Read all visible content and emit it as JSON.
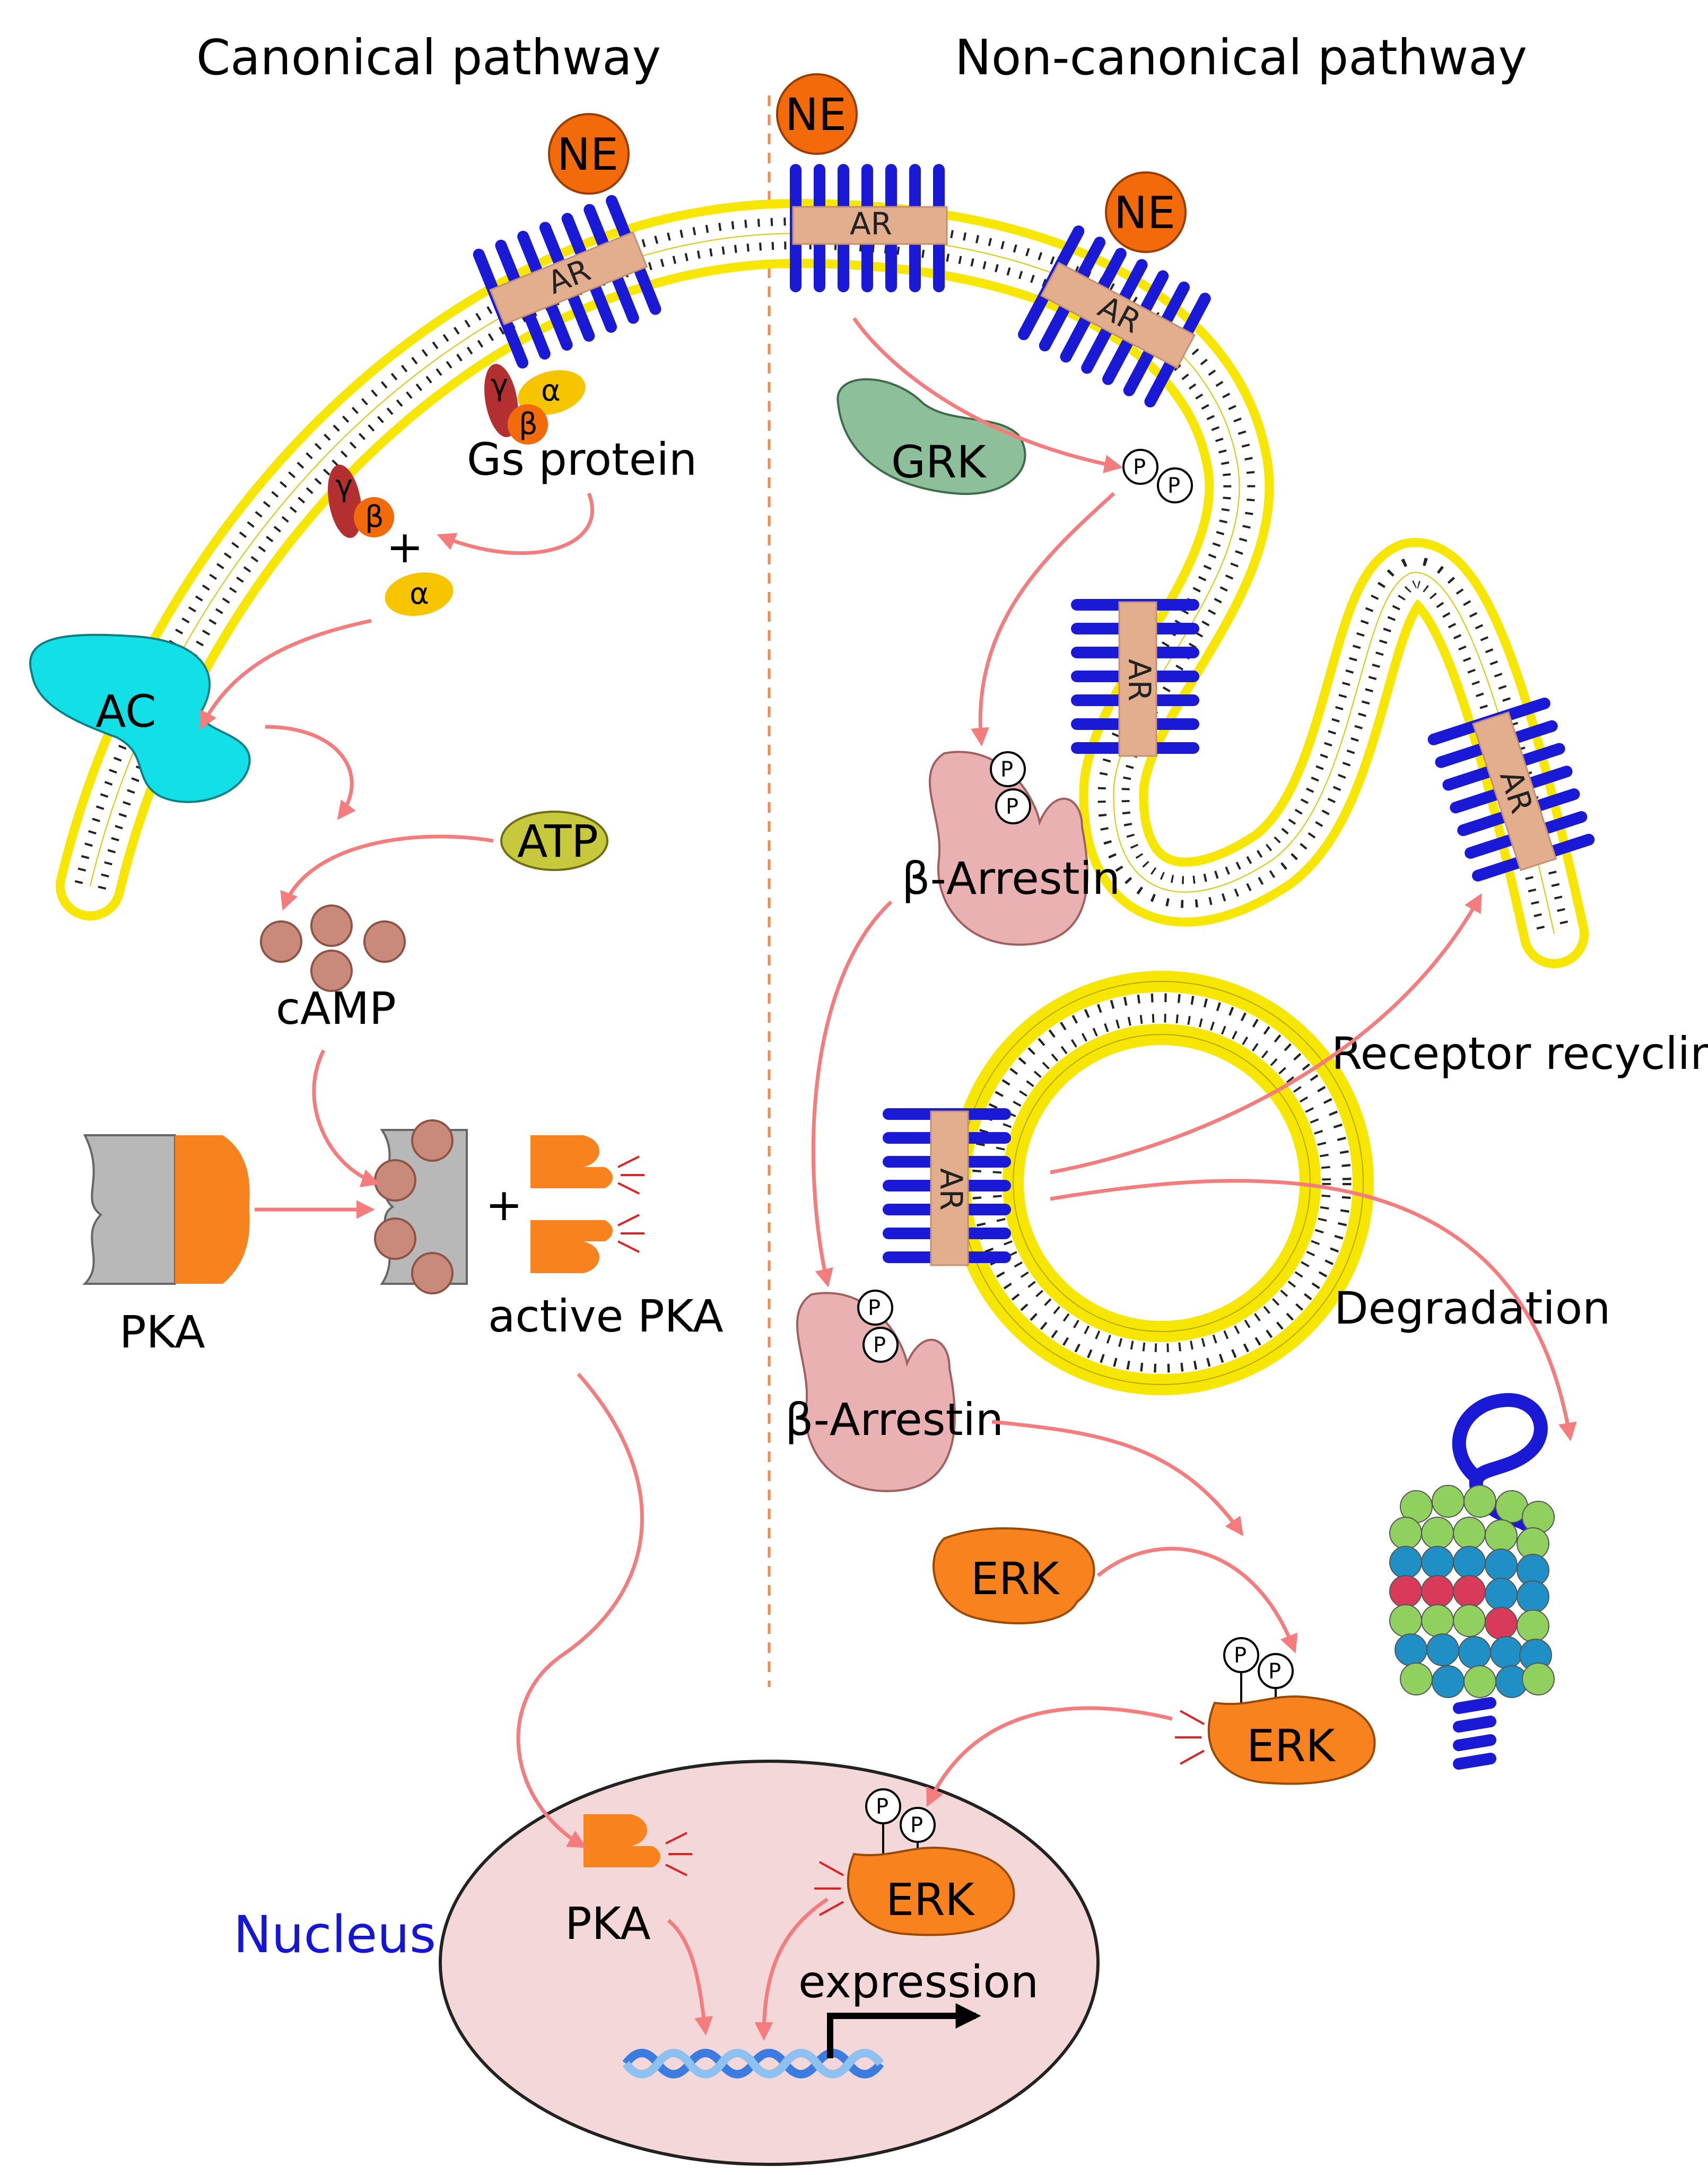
{
  "headers": {
    "canonical": "Canonical pathway",
    "non_canonical": "Non-canonical pathway"
  },
  "molecules": {
    "ne": "NE",
    "ar": "AR",
    "gamma": "γ",
    "alpha": "α",
    "beta": "β",
    "plus": "+",
    "gs_protein": "Gs protein",
    "ac": "AC",
    "atp": "ATP",
    "camp": "cAMP",
    "pka": "PKA",
    "active_pka": "active PKA",
    "grk": "GRK",
    "p": "P",
    "beta_arrestin": "β-Arrestin",
    "erk": "ERK",
    "receptor_recycling": "Receptor recycling",
    "degradation": "Degradation",
    "nucleus": "Nucleus",
    "expression": "expression"
  },
  "colors": {
    "membrane_head": "#f7e600",
    "receptor_blue": "#1a1ad6",
    "ar_box": "#e2ae8e",
    "ne_orange": "#f26a0a",
    "arrow_pink": "#f47c7c",
    "ac_cyan": "#12e0e6",
    "atp_olive": "#c8c83c",
    "pka_orange": "#f7821e",
    "grk_green": "#8dbf9a",
    "arrestin_pink": "#e9b1b1",
    "nucleus_fill": "#f4d7d9",
    "nucleus_label": "#1515d8",
    "gamma_red": "#b43030",
    "alpha_yellow": "#f6c500",
    "beta_orange": "#f26a0a"
  }
}
